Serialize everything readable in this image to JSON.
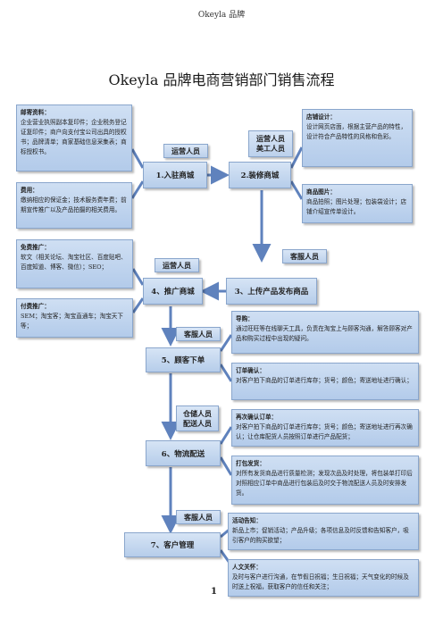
{
  "header": "Okeyla 品牌",
  "title": "Okeyla 品牌电商营销部门销售流程",
  "page_number": "1",
  "nodes": {
    "n1": "1.入驻商城",
    "n2": "2.装修商城",
    "n3": "3、上传产品发布商品",
    "n4": "4、推广商城",
    "n5": "5、顾客下单",
    "n6": "6、物流配送",
    "n7": "7、客户管理"
  },
  "roles": {
    "r1": "运营人员",
    "r2a": "运营人员",
    "r2b": "美工人员",
    "r3": "客服人员",
    "r4": "运营人员",
    "r5": "客服人员",
    "r6a": "仓储人员",
    "r6b": "配送人员",
    "r7": "客服人员"
  },
  "boxes": {
    "mail": {
      "title": "邮寄资料：",
      "body": "企业营业执照副本复印件；企业税务登记证复印件；商户向支付宝公司出具的授权书；品牌清单；商家基础信息采集表；商标授权书。"
    },
    "fee": {
      "title": "费用：",
      "body": "缴纳相应的保证金；技术服务费年费；前期宣传推广以及产品拍摄的相关费用。"
    },
    "design": {
      "title": "店铺设计：",
      "body": "设计网页店面，根据主营产品的特性，设计符合产品特性的风格和色彩。"
    },
    "photo": {
      "title": "商品图片：",
      "body": "商品拍照；图片处理；包装袋设计；店铺介绍宣传单设计。"
    },
    "free": {
      "title": "免费推广：",
      "body": "软文（相关论坛、淘宝社区、百度贴吧、百度知道、博客、微信）；SEO；"
    },
    "paid": {
      "title": "付费推广：",
      "body": "SEM；淘宝客；淘宝直通车；淘宝天下等；"
    },
    "guide": {
      "title": "导购：",
      "body": "通过旺旺等在线聊天工具，负责在淘宝上与顾客沟通，解答顾客对产品和购买过程中出现的疑问。"
    },
    "order": {
      "title": "订单确认：",
      "body": "对客户拍下商品的订单进行库存；货号；颜色；寄送地址进行确认；"
    },
    "reconfirm": {
      "title": "再次确认订单：",
      "body": "对客户拍下商品的订单进行库存；货号；颜色；寄送地址进行再次确认；让仓库配货人员按照订单进行产品配货；"
    },
    "pack": {
      "title": "打包发货：",
      "body": "对所有发货商品进行质量检测；发现次品及时处理，将包装单打印后对照相应订单中商品进行包装后及时交于物流配送人员及时安排发货。"
    },
    "event": {
      "title": "活动告知：",
      "body": "新品上市；促销活动；产品升级；各项信息及时反馈和告知客户，吸引客户的购买欲望；"
    },
    "care": {
      "title": "人文关怀：",
      "body": "及时与客户进行沟通，在节假日祝福；生日祝福；天气变化的时候及时送上祝福，获取客户的信任和关注；"
    }
  }
}
